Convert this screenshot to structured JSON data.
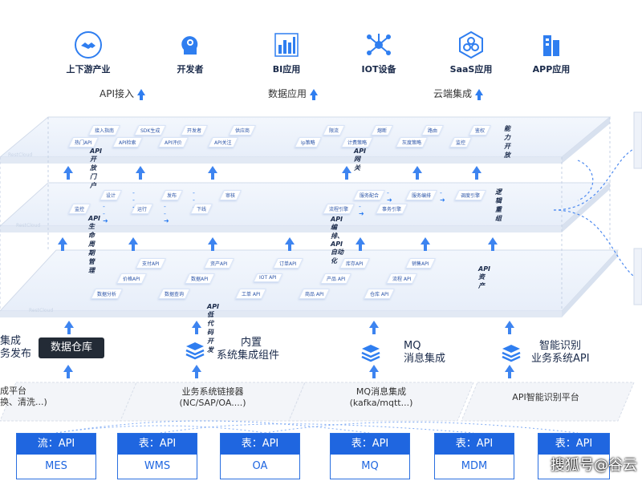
{
  "top_categories": [
    {
      "label": "上下游产业",
      "icon": "handshake-icon"
    },
    {
      "label": "开发者",
      "icon": "gear-head-icon"
    },
    {
      "label": "BI应用",
      "icon": "bar-chart-icon"
    },
    {
      "label": "IOT设备",
      "icon": "network-icon"
    },
    {
      "label": "SaaS应用",
      "icon": "hexagon-cube-icon"
    },
    {
      "label": "APP应用",
      "icon": "building-icon"
    }
  ],
  "sections": [
    "API接入",
    "数据应用",
    "云端集成"
  ],
  "layer1": {
    "title_left": "API开放门户",
    "title_right": "API网关",
    "side_label": "能力开放",
    "watermark": "RestCloud",
    "left_chips": [
      "接入指南",
      "SDK生成",
      "开发者",
      "供应商",
      "热门API",
      "API检索",
      "API评价",
      "API关注"
    ],
    "right_chips": [
      "限流",
      "熔断",
      "路由",
      "鉴权",
      "Ip策略",
      "计费策略",
      "灰度策略",
      "监控"
    ]
  },
  "layer2": {
    "title_left": "API生命周期管理",
    "title_right": "API编排、API自动化",
    "side_label": "逻辑重组",
    "watermark": "RestCloud",
    "left_chips": [
      "设计",
      "发布",
      "审核",
      "监控",
      "运行",
      "下线"
    ],
    "right_chips": [
      "服务配合",
      "服务编排",
      "调度引擎",
      "流程引擎",
      "事务引擎"
    ]
  },
  "layer3": {
    "title": "API低代码开发",
    "side_label": "API资产",
    "watermark": "RestCloud",
    "chips": [
      "支付API",
      "资产API",
      "订单API",
      "库存API",
      "销售API",
      "价格API",
      "数据API",
      "IOT API",
      "产品 API",
      "流程 API",
      "数据分析",
      "数据查询",
      "工单 API",
      "商品 API",
      "仓库 API"
    ]
  },
  "features": [
    {
      "line1": "集成",
      "line2": "务发布"
    },
    {
      "line1": "内置",
      "line2": "系统集成组件"
    },
    {
      "line1": "MQ",
      "line2": "消息集成"
    },
    {
      "line1": "智能识别",
      "line2": "业务系统API"
    }
  ],
  "data_warehouse": "数据仓库",
  "platforms": [
    {
      "line1": "成平台",
      "line2": "换、清洗...)"
    },
    {
      "line1": "业务系统链接器",
      "line2": "(NC/SAP/OA....)"
    },
    {
      "line1": "MQ消息集成",
      "line2": "(kafka/mqtt...)"
    },
    {
      "line1": "API智能识别平台",
      "line2": ""
    }
  ],
  "sources": [
    {
      "head": "流：API",
      "name": "MES"
    },
    {
      "head": "表：API",
      "name": "WMS"
    },
    {
      "head": "表：API",
      "name": "OA"
    },
    {
      "head": "表：API",
      "name": "MQ"
    },
    {
      "head": "表：API",
      "name": "MDM"
    },
    {
      "head": "表：API",
      "name": ""
    }
  ],
  "watermark_text": "搜狐号@谷云",
  "colors": {
    "accent": "#1f66e0",
    "dark": "#232b36"
  }
}
